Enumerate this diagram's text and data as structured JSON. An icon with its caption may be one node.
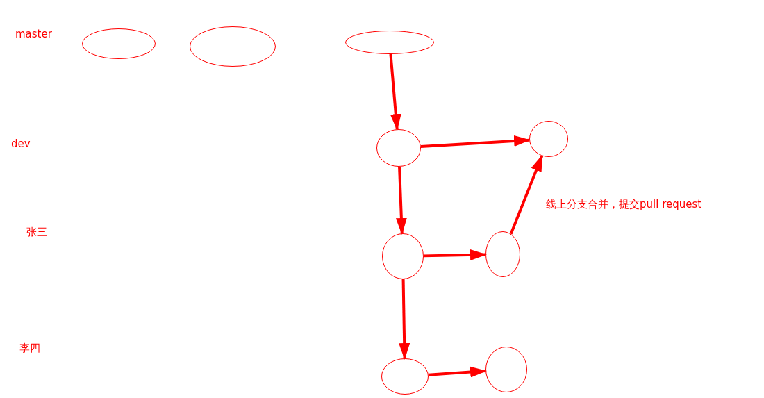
{
  "diagram": {
    "nodes": [
      {
        "text": [],
        "shape": "ellipse"
      },
      {
        "text": [],
        "shape": "ellipse"
      },
      {
        "text": [],
        "shape": "ellipse"
      },
      {
        "text": [],
        "shape": "ellipse"
      },
      {
        "text": [],
        "shape": "ellipse"
      },
      {
        "text": [],
        "shape": "ellipse"
      },
      {
        "text": [],
        "shape": "ellipse"
      },
      {
        "text": [],
        "shape": "ellipse"
      },
      {
        "text": [],
        "shape": "ellipse"
      }
    ],
    "edges": [
      {
        "from": 2,
        "to": 3,
        "arrow": "to"
      },
      {
        "from": 3,
        "to": 4,
        "arrow": "to"
      },
      {
        "from": 3,
        "to": 5,
        "arrow": "to"
      },
      {
        "from": 5,
        "to": 6,
        "arrow": "to"
      },
      {
        "from": 6,
        "to": 4,
        "arrow": "to",
        "label": "线上分支合并，提交pull request"
      },
      {
        "from": 5,
        "to": 7,
        "arrow": "to"
      },
      {
        "from": 7,
        "to": 8,
        "arrow": "to"
      }
    ],
    "labels": [
      "master",
      "dev",
      "张三",
      "李四"
    ]
  }
}
